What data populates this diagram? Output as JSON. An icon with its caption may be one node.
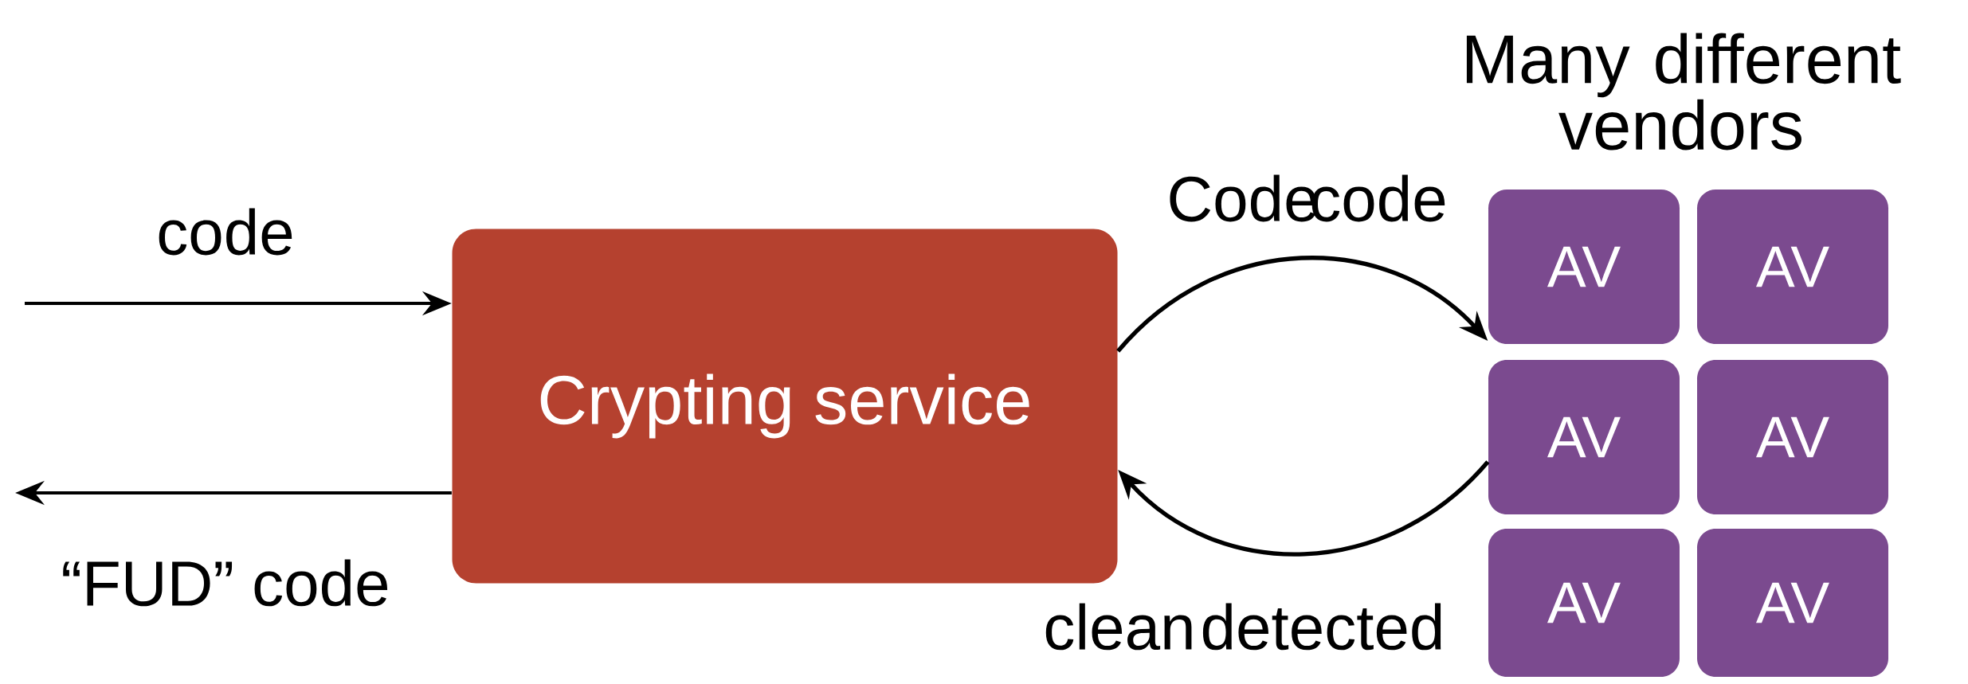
{
  "diagram": {
    "nodes": [
      {
        "text": [
          "Crypting service"
        ]
      },
      {
        "text": [
          "AV"
        ]
      },
      {
        "text": [
          "AV"
        ]
      },
      {
        "text": [
          "AV"
        ]
      },
      {
        "text": [
          "AV"
        ]
      },
      {
        "text": [
          "AV"
        ]
      },
      {
        "text": [
          "AV"
        ]
      }
    ],
    "edges": [
      {
        "from": null,
        "to": 0,
        "arrow": "to",
        "label": "code"
      },
      {
        "from": 0,
        "to": null,
        "arrow": "to",
        "label": "“FUD” code"
      },
      {
        "from": 0,
        "to": 1,
        "arrow": "to",
        "label": "Code"
      },
      {
        "from": 3,
        "to": 0,
        "arrow": "to",
        "label": "detected"
      }
    ],
    "labels": [
      "Many different vendors",
      "code",
      "clean"
    ]
  }
}
